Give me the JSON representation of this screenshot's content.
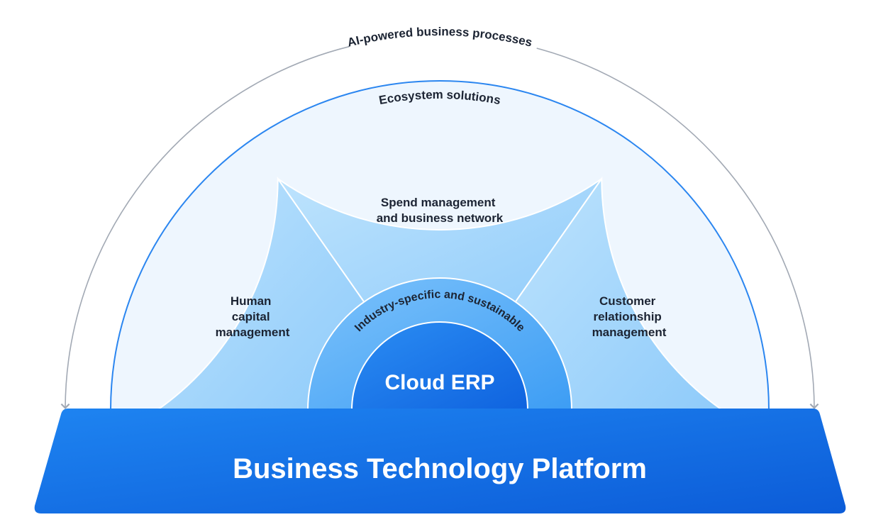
{
  "outer_arc": {
    "label": "AI-powered business processes"
  },
  "ecosystem": {
    "label": "Ecosystem solutions"
  },
  "segments": {
    "left": {
      "lines": [
        "Human",
        "capital",
        "management"
      ]
    },
    "middle": {
      "lines": [
        "Spend management",
        "and business network"
      ]
    },
    "right": {
      "lines": [
        "Customer",
        "relationship",
        "management"
      ]
    }
  },
  "inner_ring": {
    "label": "Industry-specific and sustainable"
  },
  "core": {
    "label": "Cloud ERP"
  },
  "platform": {
    "label": "Business Technology Platform"
  },
  "colors": {
    "ecosystem_fill": "#eef6fe",
    "ecosystem_stroke": "#2b86f0",
    "segment_fill": "#a6d7fb",
    "ring_fill": "#5fb1f8",
    "core_fill": "#1a78ee",
    "platform_fill": "#166fe6",
    "arrow_stroke": "#a2a9b4"
  }
}
